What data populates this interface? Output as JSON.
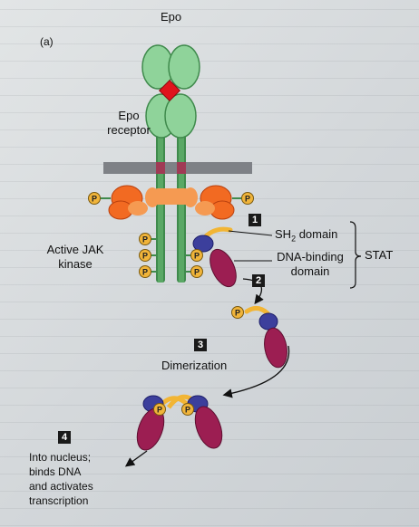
{
  "panel_label": "(a)",
  "epo_label": "Epo",
  "receptor_label_line1": "Epo",
  "receptor_label_line2": "receptor",
  "jak_label_line1": "Active JAK",
  "jak_label_line2": "kinase",
  "sh2_label_prefix": "SH",
  "sh2_label_sub": "2",
  "sh2_label_suffix": " domain",
  "dna_label_line1": "DNA-binding",
  "dna_label_line2": "domain",
  "stat_label": "STAT",
  "phospho_glyph": "P",
  "steps": [
    {
      "number": "1"
    },
    {
      "number": "2"
    },
    {
      "number": "3",
      "label": "Dimerization"
    },
    {
      "number": "4",
      "line1": "Into nucleus;",
      "line2": "binds DNA",
      "line3": "and activates",
      "line4": "transcription"
    }
  ],
  "colors": {
    "receptor": "#8fd39a",
    "receptor_stroke": "#3f8a4c",
    "epo": "#e0141c",
    "membrane": "#7e8186",
    "jak": "#f26a22",
    "jak_light": "#f59a52",
    "phosphate": "#f0b43a",
    "sh2": "#3c3f9c",
    "dna_domain": "#9c1e52",
    "linker": "#f2b534"
  }
}
